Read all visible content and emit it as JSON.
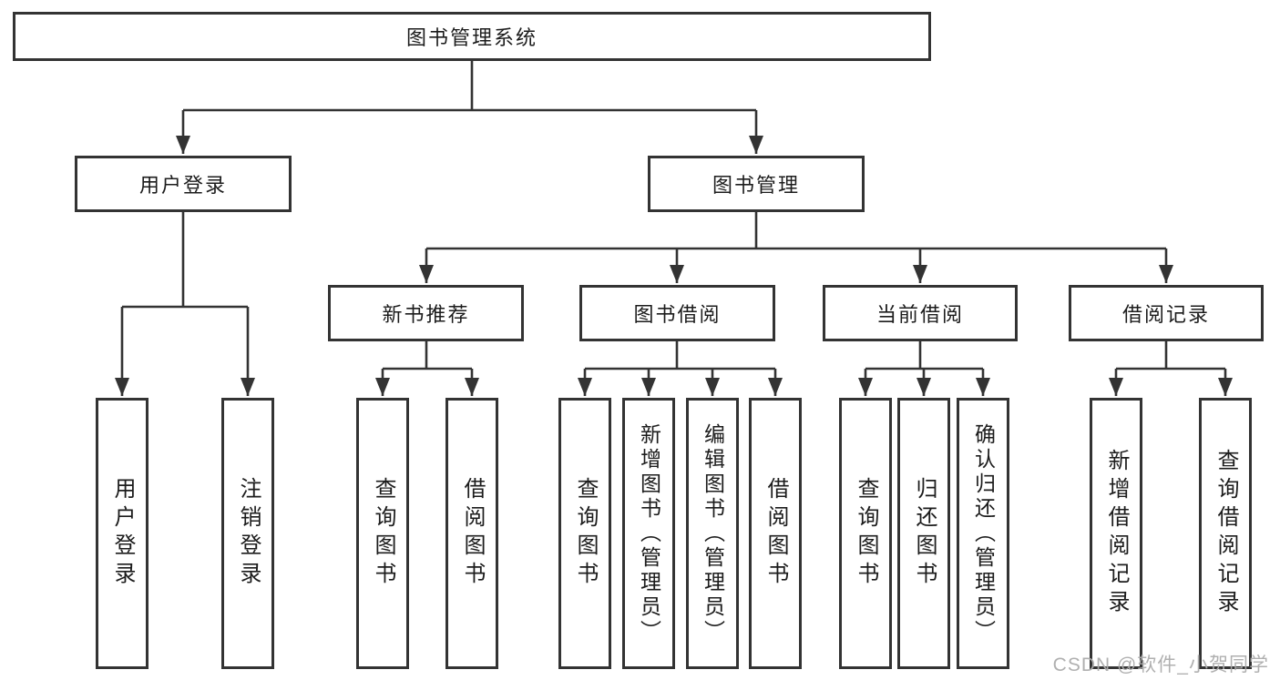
{
  "tree": {
    "label": "图书管理系统",
    "children": [
      {
        "label": "用户登录",
        "children": [
          {
            "label": "用户登录"
          },
          {
            "label": "注销登录"
          }
        ]
      },
      {
        "label": "图书管理",
        "children": [
          {
            "label": "新书推荐",
            "children": [
              {
                "label": "查询图书"
              },
              {
                "label": "借阅图书"
              }
            ]
          },
          {
            "label": "图书借阅",
            "children": [
              {
                "label": "查询图书"
              },
              {
                "label": "新增图书（管理员）"
              },
              {
                "label": "编辑图书（管理员）"
              },
              {
                "label": "借阅图书"
              }
            ]
          },
          {
            "label": "当前借阅",
            "children": [
              {
                "label": "查询图书"
              },
              {
                "label": "归还图书"
              },
              {
                "label": "确认归还（管理员）"
              }
            ]
          },
          {
            "label": "借阅记录",
            "children": [
              {
                "label": "新增借阅记录"
              },
              {
                "label": "查询借阅记录"
              }
            ]
          }
        ]
      }
    ]
  },
  "watermark": {
    "text": "CSDN @软件_小贺同学"
  },
  "colors": {
    "line": "#333333",
    "box_border": "#333333",
    "text": "#1c1c1c",
    "background": "#ffffff",
    "watermark": "#acacac"
  }
}
